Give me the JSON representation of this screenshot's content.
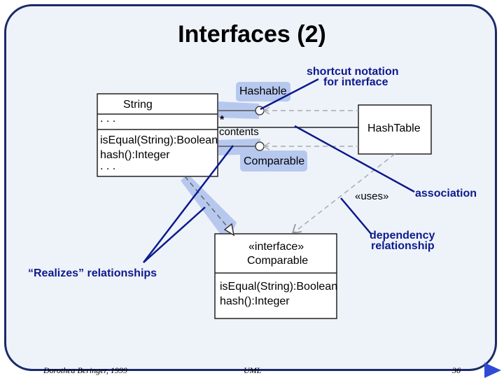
{
  "slide": {
    "title": "Interfaces (2)"
  },
  "classes": {
    "string": {
      "name": "String",
      "attributes": ". . .",
      "ops": [
        "isEqual(String):Boolean",
        "hash():Integer",
        ". . ."
      ]
    },
    "hashtable": {
      "name": "HashTable"
    },
    "comparable": {
      "stereotype": "«interface»",
      "name": "Comparable",
      "ops": [
        "isEqual(String):Boolean",
        "hash():Integer"
      ]
    }
  },
  "lollipops": {
    "hashable": "Hashable",
    "comparable": "Comparable"
  },
  "association": {
    "multiplicity": "*",
    "role": "contents"
  },
  "dependency": {
    "label": "«uses»"
  },
  "annotations": {
    "shortcut": [
      "shortcut notation",
      "for interface"
    ],
    "association": "association",
    "dependency": [
      "dependency",
      "relationship"
    ],
    "realizes": "“Realizes” relationships"
  },
  "footer": {
    "author": "Dorothea Beringer, 1999",
    "topic": "UML",
    "page": "36"
  },
  "colors": {
    "highlight": "#b7c8ef",
    "annotation": "#0d1a8c",
    "frame": "#1a2a6a",
    "nav": "#2f4bd6"
  }
}
